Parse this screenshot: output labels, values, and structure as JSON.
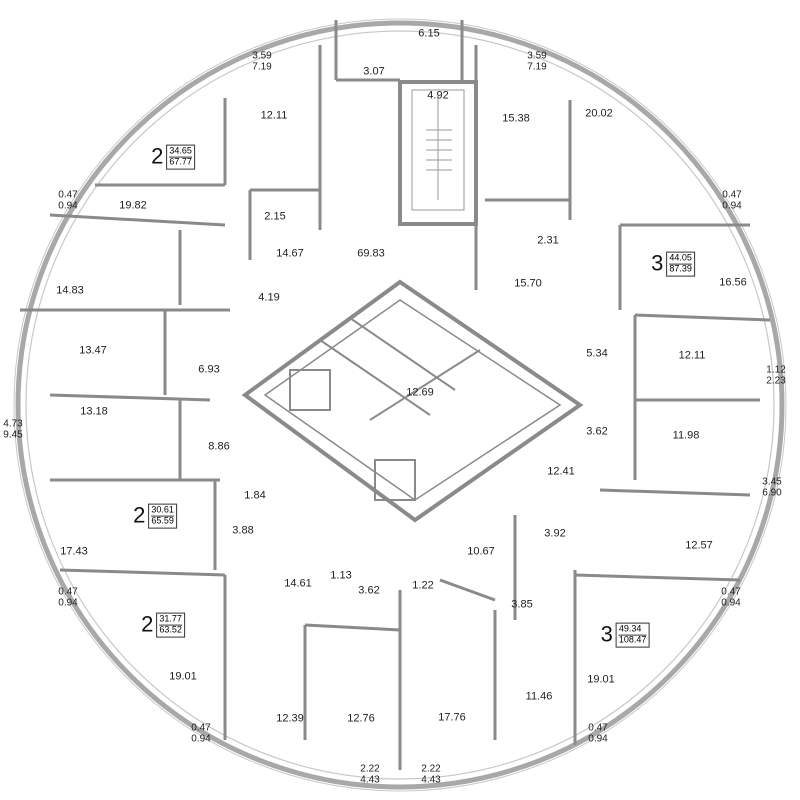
{
  "apartments": [
    {
      "id": "nw",
      "rooms": "2",
      "living": "34.65",
      "total": "67.77"
    },
    {
      "id": "ne",
      "rooms": "3",
      "living": "44.05",
      "total": "87.39"
    },
    {
      "id": "w",
      "rooms": "2",
      "living": "30.61",
      "total": "65.59"
    },
    {
      "id": "sw",
      "rooms": "2",
      "living": "31.77",
      "total": "63.52"
    },
    {
      "id": "se",
      "rooms": "3",
      "living": "49.34",
      "total": "108.47"
    }
  ],
  "balconies": [
    {
      "a": "3.59",
      "b": "7.19"
    },
    {
      "a": "3.59",
      "b": "7.19"
    },
    {
      "a": "0.47",
      "b": "0.94"
    },
    {
      "a": "0.47",
      "b": "0.94"
    },
    {
      "a": "1.12",
      "b": "2.23"
    },
    {
      "a": "4.73",
      "b": "9.45"
    },
    {
      "a": "3.45",
      "b": "6.90"
    },
    {
      "a": "0.47",
      "b": "0.94"
    },
    {
      "a": "0.47",
      "b": "0.94"
    },
    {
      "a": "0.47",
      "b": "0.94"
    },
    {
      "a": "0.47",
      "b": "0.94"
    },
    {
      "a": "2.22",
      "b": "4.43"
    },
    {
      "a": "2.22",
      "b": "4.43"
    }
  ],
  "rooms": [
    "6.15",
    "3.07",
    "4.92",
    "12.11",
    "15.38",
    "20.02",
    "19.82",
    "2.15",
    "2.31",
    "14.67",
    "69.83",
    "15.70",
    "16.56",
    "14.83",
    "4.19",
    "13.47",
    "5.34",
    "12.11",
    "6.93",
    "12.69",
    "13.18",
    "3.62",
    "11.98",
    "8.86",
    "12.41",
    "1.84",
    "3.88",
    "3.92",
    "12.57",
    "17.43",
    "10.67",
    "14.61",
    "1.13",
    "3.62",
    "1.22",
    "3.85",
    "19.01",
    "19.01",
    "11.46",
    "12.39",
    "12.76",
    "17.76"
  ]
}
